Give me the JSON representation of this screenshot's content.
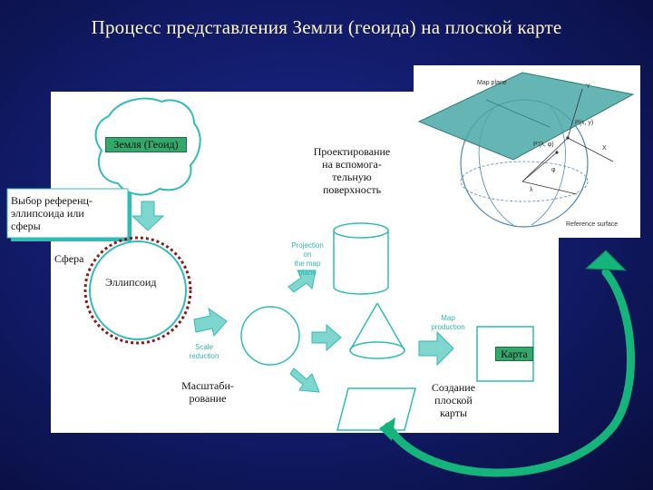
{
  "title": "Процесс представления Земли (геоида) на плоской карте",
  "labels": {
    "earth": "Земля (Геоид)",
    "choose_line1": "Выбор референц-",
    "choose_line2": "эллипсоида или",
    "choose_line3": "сферы",
    "sphere": "Сфера",
    "ellipsoid": "Эллипсоид",
    "projection_line1": "Проектирование",
    "projection_line2": "на вспомога-",
    "projection_line3": "тельную",
    "projection_line4": "поверхность",
    "scaling_line1": "Масштаби-",
    "scaling_line2": "рование",
    "creation_line1": "Создание",
    "creation_line2": "плоской",
    "creation_line3": "карты",
    "map": "Карта"
  },
  "english_labels": {
    "projection_line1": "Projection",
    "projection_line2": "on",
    "projection_line3": "the map",
    "projection_line4": "plane",
    "scale_line1": "Scale",
    "scale_line2": "reduction",
    "map_line1": "Map",
    "map_line2": "production"
  },
  "inset": {
    "map_plane": "Map plane",
    "y_axis": "Y",
    "x_axis": "X",
    "point_p": "P(x, y)",
    "point_p_prime": "P'(λ, φ)",
    "phi": "φ",
    "lambda": "λ",
    "reference_surface": "Reference surface"
  },
  "colors": {
    "background": "#141f78",
    "title": "#fff8c8",
    "teal": "#2fbcb6",
    "earth_fill": "#7ed9d2",
    "green_box": "#34a86a",
    "dashed_red": "#8b1a1a",
    "inset_plane": "#4aa8a8",
    "curved_arrow": "#14b47a"
  }
}
